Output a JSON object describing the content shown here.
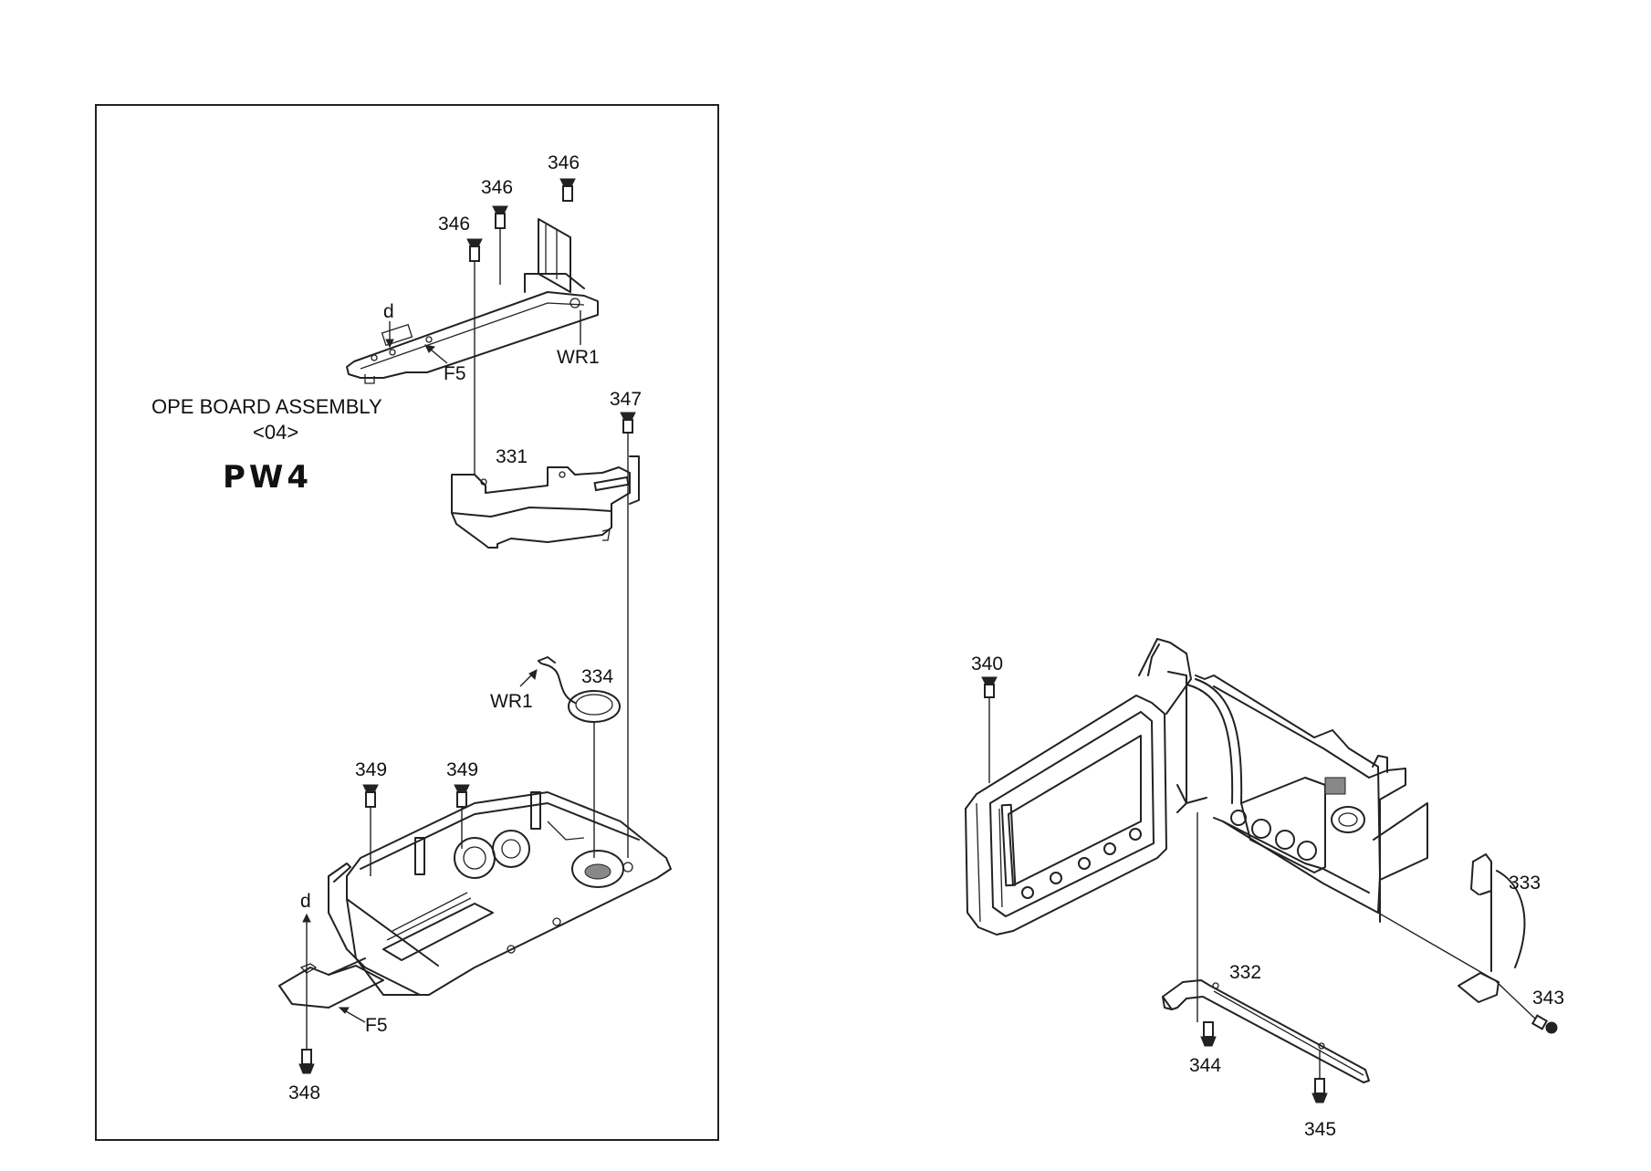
{
  "left_panel": {
    "assembly_title": "OPE BOARD ASSEMBLY",
    "assembly_code": "<04>",
    "handwritten_note": "PW4",
    "labels": {
      "screw_346_a": "346",
      "screw_346_b": "346",
      "screw_346_c": "346",
      "conn_d_top": "d",
      "conn_f5_top": "F5",
      "wire_wr1_top": "WR1",
      "screw_347": "347",
      "part_331": "331",
      "part_334": "334",
      "wire_wr1_speaker": "WR1",
      "screw_349_a": "349",
      "screw_349_b": "349",
      "conn_d_bottom": "d",
      "conn_f5_bottom": "F5",
      "screw_348": "348"
    }
  },
  "right_panel": {
    "labels": {
      "screw_340": "340",
      "part_333": "333",
      "part_332": "332",
      "screw_343": "343",
      "screw_344": "344",
      "screw_345": "345"
    }
  }
}
